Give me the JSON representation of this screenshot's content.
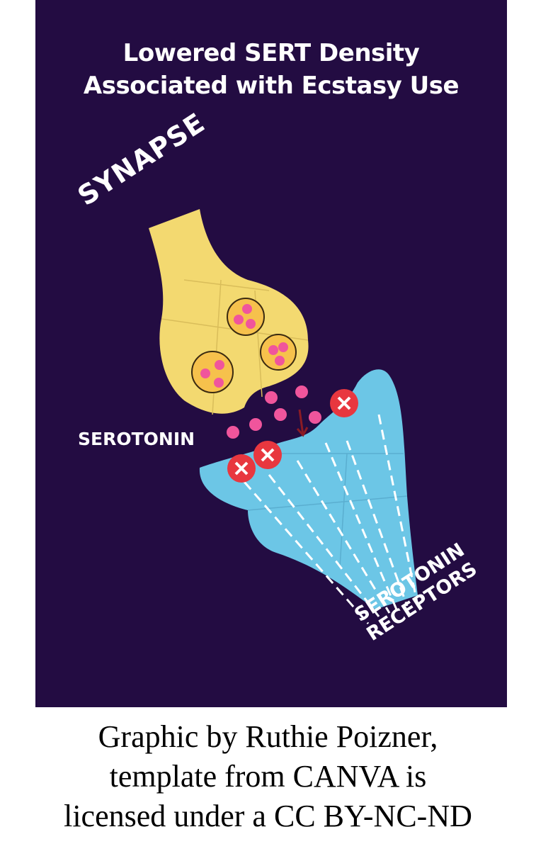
{
  "graphic": {
    "title_line1": "Lowered SERT Density",
    "title_line2": "Associated with Ecstasy Use",
    "labels": {
      "synapse": "SYNAPSE",
      "serotonin": "SEROTONIN",
      "receptors_line1": "SEROTONIN",
      "receptors_line2": "RECEPTORS"
    },
    "colors": {
      "background": "#230c42",
      "presynaptic": "#f3d970",
      "vesicle": "#f6c14c",
      "serotonin_dot": "#f0559c",
      "postsynaptic": "#6cc6e6",
      "blocked_marker": "#e8373f",
      "arrow": "#8b1b24"
    },
    "icons": [
      "blocked-x-icon",
      "blocked-x-icon",
      "blocked-x-icon",
      "down-arrow-icon"
    ]
  },
  "caption": {
    "line1": "Graphic by Ruthie Poizner,",
    "line2": "template from CANVA is",
    "line3": "licensed under a CC BY-NC-ND"
  }
}
